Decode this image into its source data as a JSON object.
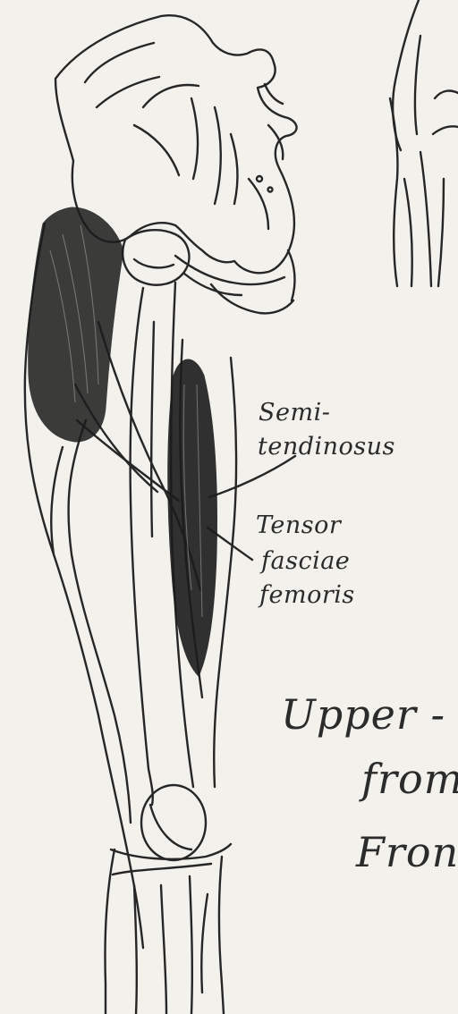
{
  "labels": {
    "semitendinosus_line1": "Semi-",
    "semitendinosus_line2": "tendinosus",
    "tensor_line1": "Tensor",
    "tensor_line2": "fasciae",
    "tensor_line3": "femoris"
  },
  "caption": {
    "line1": "Upper -",
    "line2": "from",
    "line3": "Fron"
  }
}
